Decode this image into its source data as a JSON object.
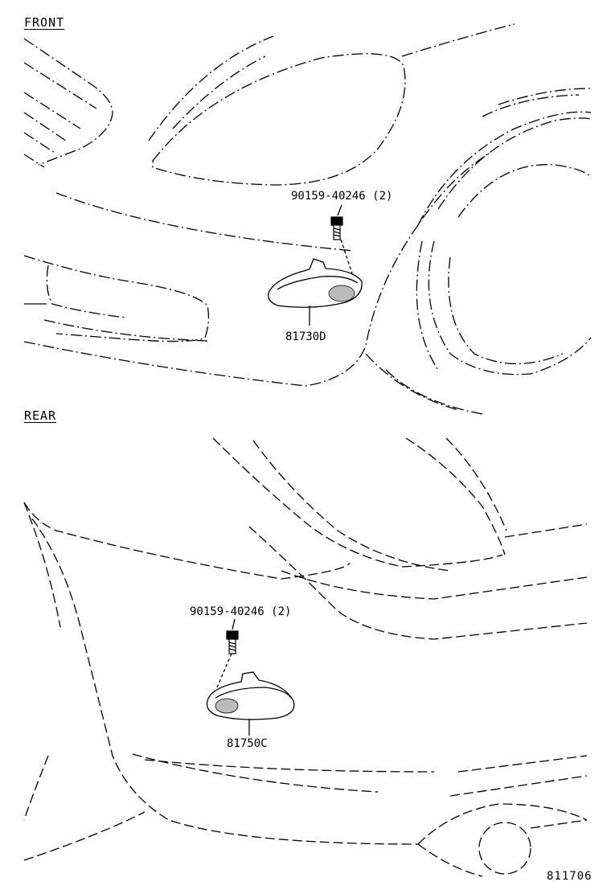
{
  "front": {
    "section_label": "FRONT",
    "bolt_part": "90159-40246 (2)",
    "lamp_part": "81730D"
  },
  "rear": {
    "section_label": "REAR",
    "bolt_part": "90159-40246 (2)",
    "lamp_part": "81750C"
  },
  "diagram_code": "811706"
}
